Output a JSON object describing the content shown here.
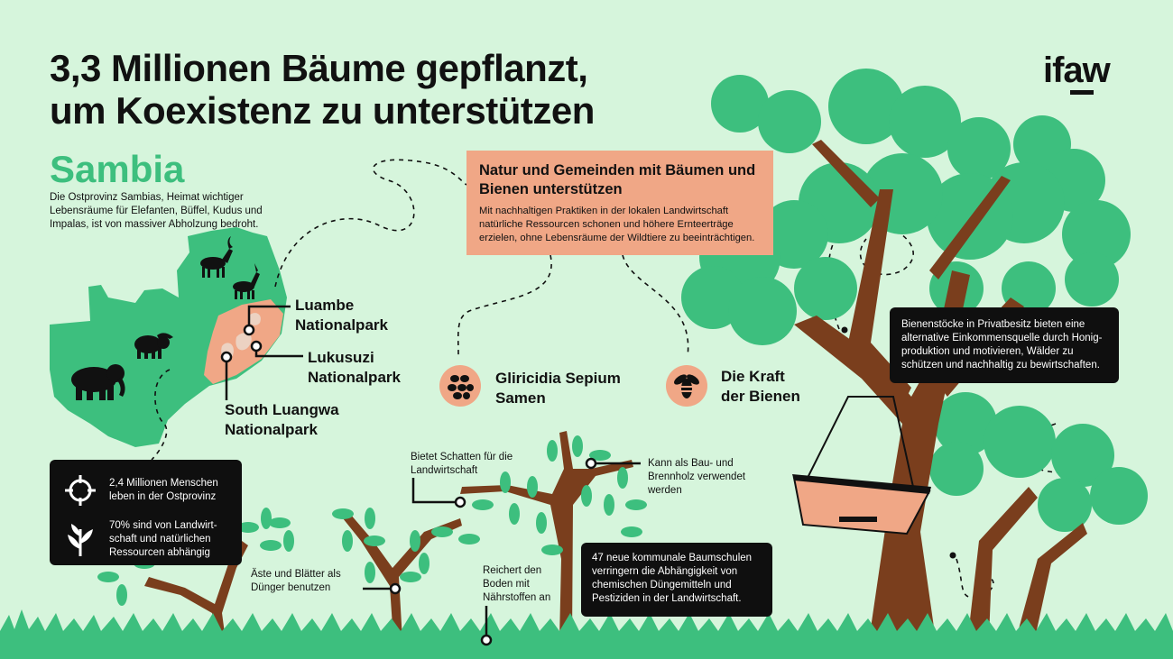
{
  "headline": {
    "line1": "3,3 Millionen Bäume gepflanzt,",
    "line2": "um Koexistenz zu unterstützen"
  },
  "logo": {
    "text": "ifaw"
  },
  "region": {
    "name": "Sambia",
    "description": "Die Ostprovinz Sambias, Heimat wichtiger Lebensräume für Elefanten, Büffel, Kudus und Impalas, ist von massiver Abholzung bedroht."
  },
  "parks": {
    "luambe": {
      "line1": "Luambe",
      "line2": "Nationalpark"
    },
    "lukusuzi": {
      "line1": "Lukusuzi",
      "line2": "Nationalpark"
    },
    "south_luangwa": {
      "line1": "South Luangwa",
      "line2": "Nationalpark"
    }
  },
  "support_box": {
    "title": "Natur und Gemeinden mit Bäumen und Bienen unterstützen",
    "body": "Mit nachhaltigen Praktiken in der lokalen Landwirtschaft natürliche Ressourcen schonen und höhere Ernteerträge erzielen, ohne Lebensräume der Wildtiere zu beeinträchtigen."
  },
  "features": {
    "seeds": {
      "line1": "Gliricidia Sepium",
      "line2": "Samen",
      "icon": "seeds-icon"
    },
    "bees": {
      "line1": "Die Kraft",
      "line2": "der Bienen",
      "icon": "bee-icon"
    }
  },
  "stats_box": {
    "people": "2,4 Millionen Menschen leben in der Ostprovinz",
    "dependence": "70% sind von Landwirt-schaft und natürlichen Ressourcen abhängig"
  },
  "tree_notes": {
    "shade": "Bietet Schatten für die Landwirtschaft",
    "wood": "Kann als Bau- und Brennholz verwendet werden",
    "fertilizer": "Äste und Blätter als Dünger benutzen",
    "soil": "Reichert den Boden mit Nährstoffen an"
  },
  "nurseries_box": {
    "text": "47 neue kommunale Baumschulen verringern die Abhängigkeit von chemischen Düngemitteln und Pestiziden in der Landwirtschaft."
  },
  "beehive_box": {
    "text": "Bienenstöcke in Privatbesitz bieten eine alternative Einkommensquelle durch Honig-produktion und motivieren,  Wälder zu schützen und nachhaltig zu bewirtschaften."
  },
  "colors": {
    "background": "#d6f5dc",
    "green": "#3dbf7e",
    "orange": "#f0a786",
    "brown": "#7a3e1d",
    "dark": "#0f0f0f"
  }
}
